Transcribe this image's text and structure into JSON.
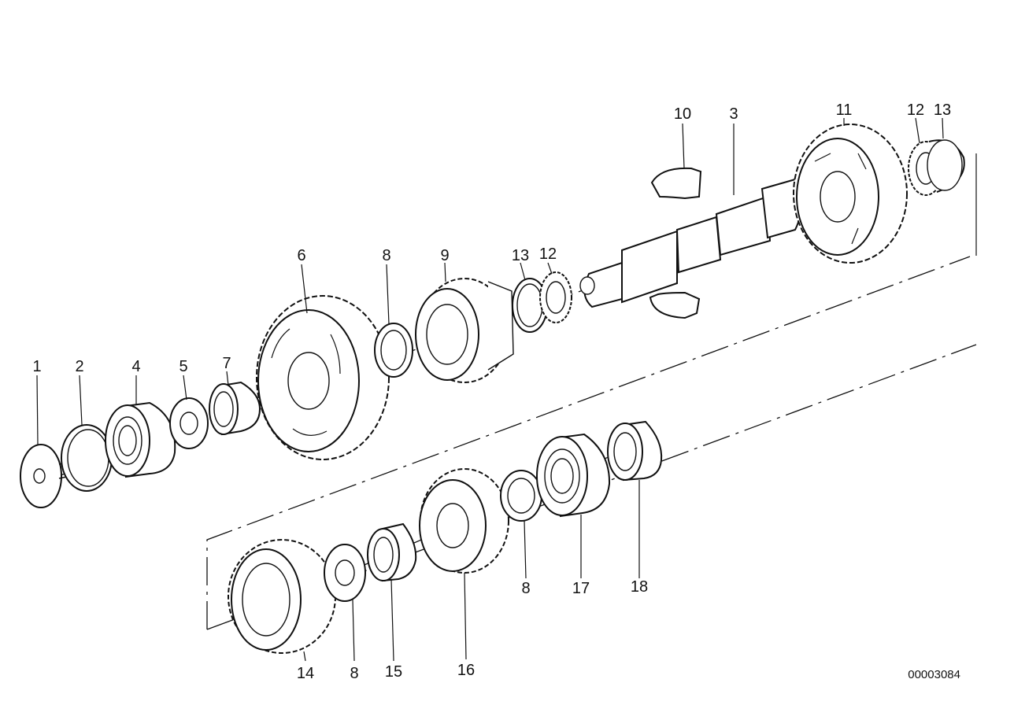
{
  "diagram": {
    "document_number": "00003084",
    "callouts": [
      "1",
      "2",
      "4",
      "5",
      "7",
      "6",
      "8",
      "9",
      "13",
      "12",
      "10",
      "3",
      "11",
      "12",
      "13",
      "14",
      "8",
      "15",
      "16",
      "8",
      "17",
      "18"
    ]
  }
}
